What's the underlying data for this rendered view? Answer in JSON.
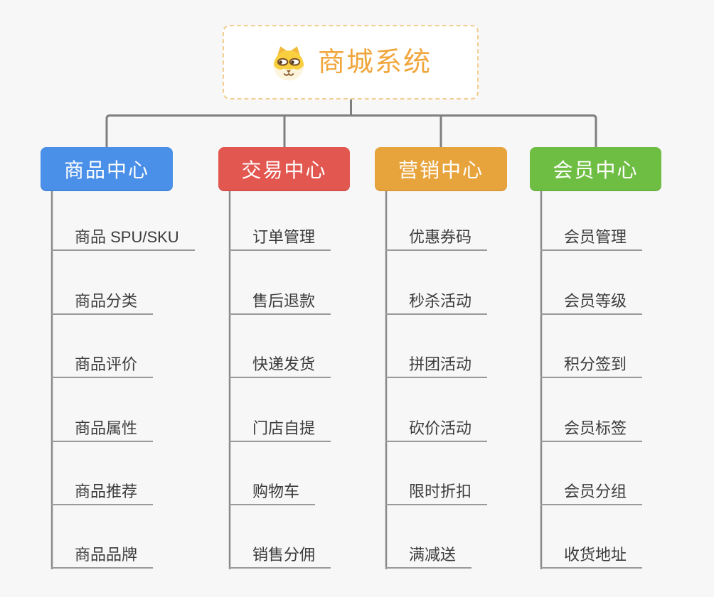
{
  "page": {
    "background_color": "#f7f7f7",
    "connector_color": "#7f7f7f",
    "underline_color": "#9a9a9a"
  },
  "root": {
    "title": "商城系统",
    "icon": "dog-face-icon",
    "text_color": "#f0a63c",
    "border_color": "#f2cd90",
    "background_color": "#ffffff"
  },
  "branches": [
    {
      "label": "商品中心",
      "color": "#4a8fe8",
      "items": [
        "商品 SPU/SKU",
        "商品分类",
        "商品评价",
        "商品属性",
        "商品推荐",
        "商品品牌"
      ]
    },
    {
      "label": "交易中心",
      "color": "#e2574f",
      "items": [
        "订单管理",
        "售后退款",
        "快递发货",
        "门店自提",
        "购物车",
        "销售分佣"
      ]
    },
    {
      "label": "营销中心",
      "color": "#e8a43c",
      "items": [
        "优惠券码",
        "秒杀活动",
        "拼团活动",
        "砍价活动",
        "限时折扣",
        "满减送"
      ]
    },
    {
      "label": "会员中心",
      "color": "#6fbe44",
      "items": [
        "会员管理",
        "会员等级",
        "积分签到",
        "会员标签",
        "会员分组",
        "收货地址"
      ]
    }
  ]
}
